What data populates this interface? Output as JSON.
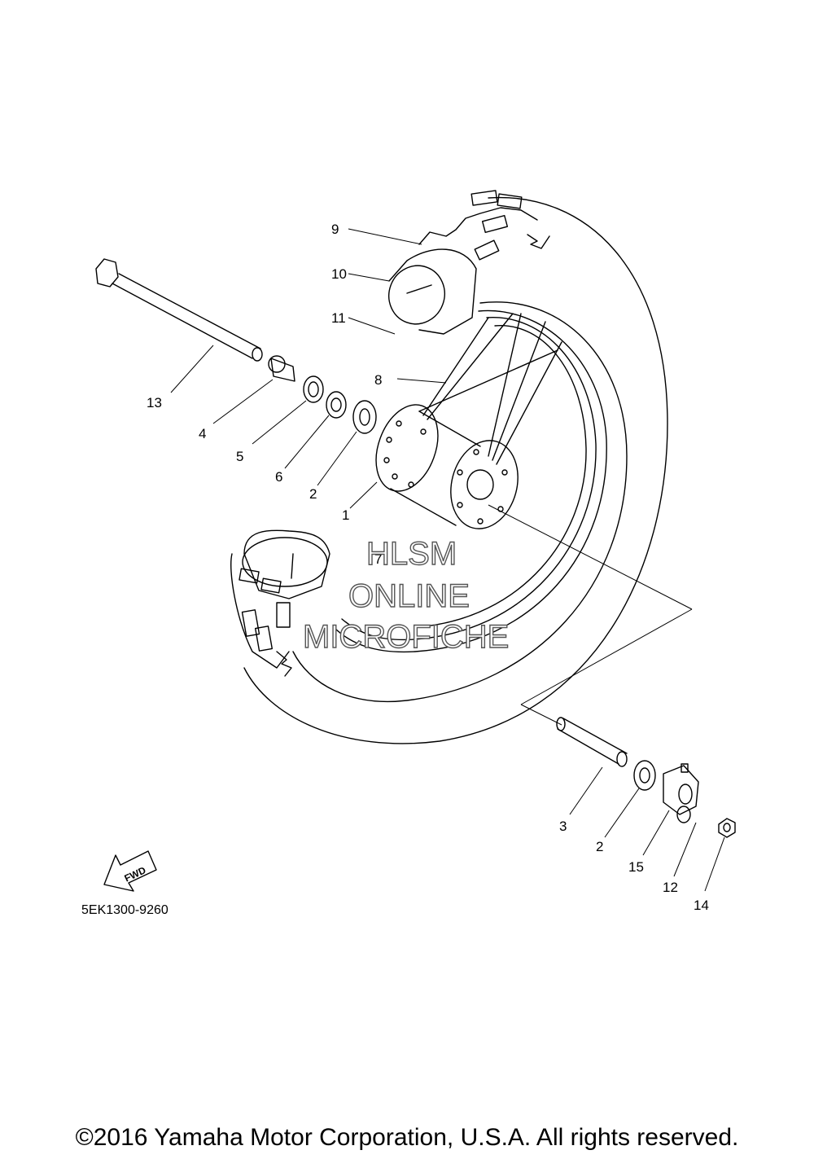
{
  "callouts": [
    "1",
    "2",
    "2",
    "3",
    "4",
    "5",
    "6",
    "7",
    "8",
    "9",
    "10",
    "11",
    "12",
    "13",
    "14",
    "15"
  ],
  "watermark": {
    "line1": "HLSM",
    "line2": "ONLINE",
    "line3": "MICROFICHE"
  },
  "fwd_label": "FWD",
  "diagram_code": "5EK1300-9260",
  "copyright": "©2016 Yamaha Motor Corporation, U.S.A. All rights reserved."
}
